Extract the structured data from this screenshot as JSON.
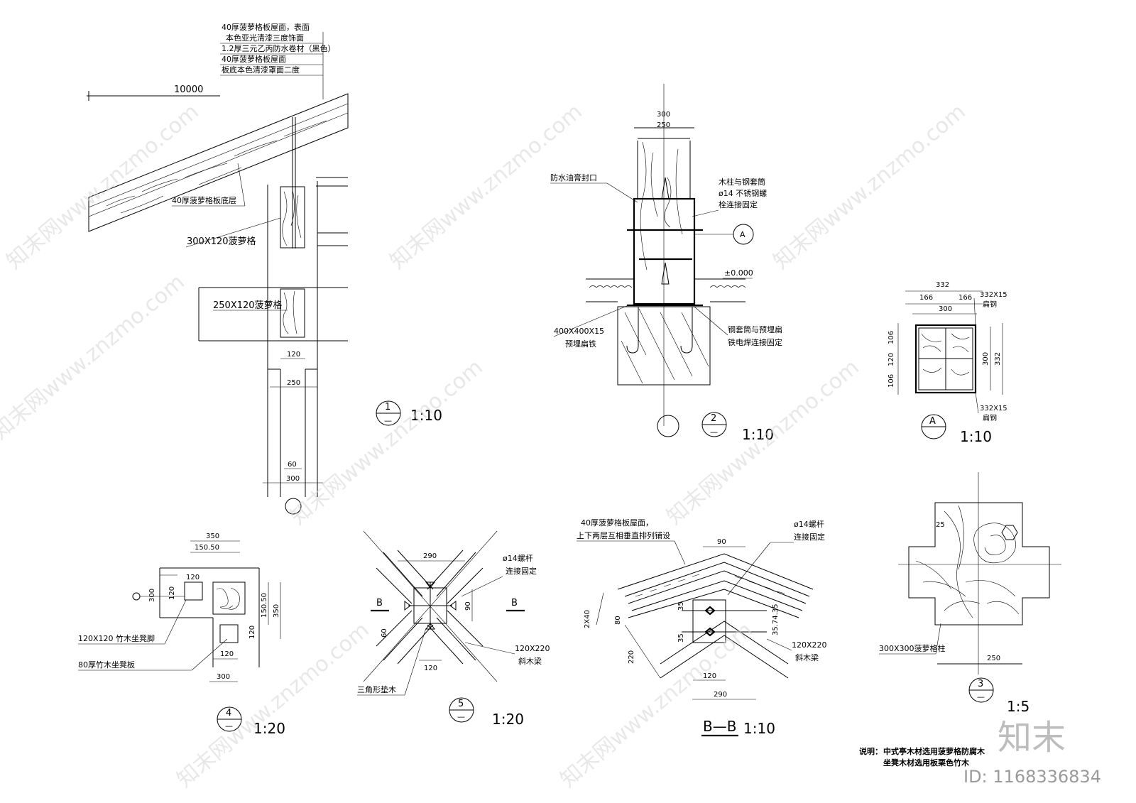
{
  "detail1": {
    "notes": [
      "40厚菠萝格板屋面，表面",
      "本色亚光清漆三度饰面",
      "1.2厚三元乙丙防水卷材（黑色）",
      "40厚菠萝格板屋面",
      "板底本色清漆罩面二度"
    ],
    "span": "10000",
    "roof_base": "40厚菠萝格板底层",
    "beam_a": "300X120菠萝格",
    "beam_b": "250X120菠萝格",
    "dim_120": "120",
    "dim_250": "250",
    "dim_60": "60",
    "dim_300": "300",
    "tag_num": "1",
    "tag_sub": "—",
    "scale": "1:10"
  },
  "detail2": {
    "dim_300": "300",
    "dim_250": "250",
    "seal": "防水油膏封口",
    "bolt_note": [
      "木柱与钢套筒",
      "ø14 不锈钢螺",
      "栓连接固定"
    ],
    "section_mark": "A",
    "level": "±0.000",
    "plate": [
      "400X400X15",
      "预埋扁铁"
    ],
    "weld": [
      "钢套筒与预埋扁",
      "铁电焊连接固定"
    ],
    "tag_num": "2",
    "tag_sub": "—",
    "scale": "1:10"
  },
  "detailA": {
    "dim_332": "332",
    "dim_166a": "166",
    "dim_166b": "166",
    "dim_300": "300",
    "flat_top": [
      "332X15",
      "扁钢"
    ],
    "flat_bot": [
      "332X15",
      "扁钢"
    ],
    "dims_left": [
      "106",
      "120",
      "106"
    ],
    "dim_r300": "300",
    "dim_r332": "332",
    "tag": "A",
    "scale": "1:10"
  },
  "detail3": {
    "dim_25": "25",
    "column": "300X300菠萝格柱",
    "dim_250": "250",
    "tag_num": "3",
    "tag_sub": "—",
    "scale": "1:5"
  },
  "detail4": {
    "dim_350": "350",
    "dim_150_50": "150.50",
    "dim_120_top": "120",
    "dim_300_left": "300",
    "dim_120_left": "120",
    "dim_150_50_r": "150.50",
    "dim_350_r": "350",
    "dim_120_r": "120",
    "leg": "120X120 竹木坐凳脚",
    "board": "80厚竹木坐凳板",
    "dim_120_bot": "120",
    "dim_300_bot": "300",
    "tag_num": "4",
    "tag_sub": "—",
    "scale": "1:20"
  },
  "detail5": {
    "dim_290": "290",
    "bolt": [
      "ø14螺杆",
      "连接固定"
    ],
    "section_b_left": "B",
    "section_b_right": "B",
    "dim_90": "90",
    "dim_60": "60",
    "dim_120": "120",
    "beam": [
      "120X220",
      "斜木梁"
    ],
    "wedge": "三角形垫木",
    "tag_num": "5",
    "tag_sub": "—",
    "scale": "1:20"
  },
  "detailB": {
    "roof_note": [
      "40厚菠萝格板屋面，",
      "上下两层互相垂直排列铺设"
    ],
    "bolt": [
      "ø14螺杆",
      "连接固定"
    ],
    "dim_90": "90",
    "dim_2x40": "2X40",
    "dim_80": "80",
    "dim_220": "220",
    "dim_35a": "35",
    "dim_35b": "35",
    "dim_35_74": "35.74.35",
    "beam": [
      "120X220",
      "斜木梁"
    ],
    "dim_120": "120",
    "dim_290": "290",
    "tag": "B—B",
    "scale": "1:10"
  },
  "note": {
    "label": "说明：",
    "line1": "中式亭木材选用菠萝格防腐木",
    "line2": "坐凳木材选用板栗色竹木"
  },
  "watermark": {
    "text": "知末网www.znzmo.com",
    "brand": "知末",
    "id": "ID: 1168336834"
  }
}
